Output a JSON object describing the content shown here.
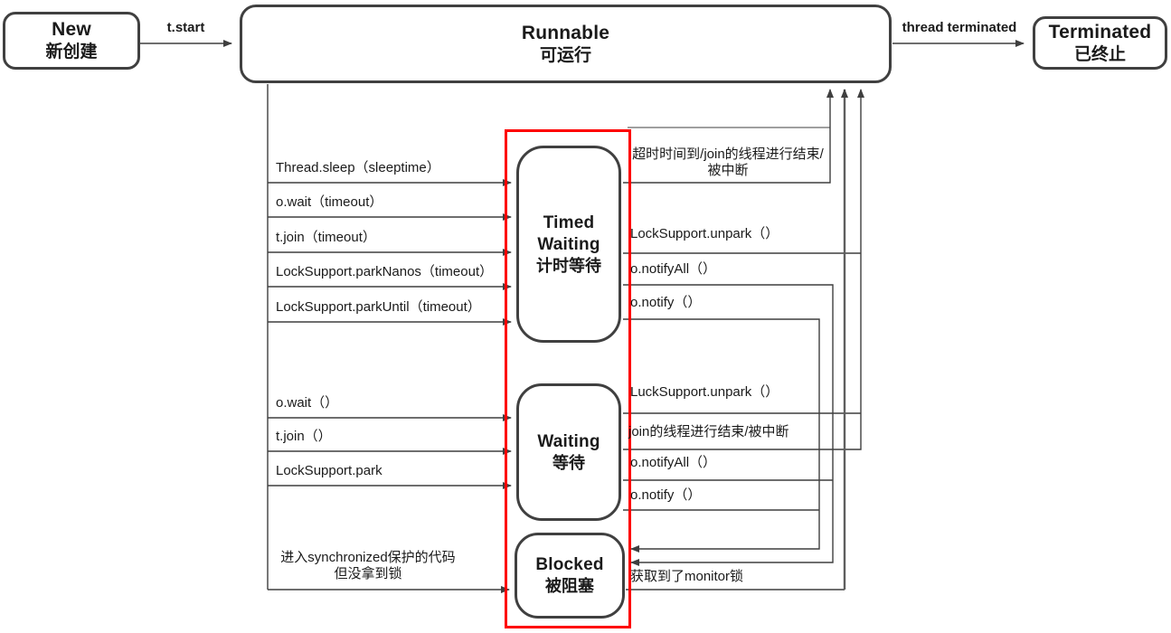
{
  "states": {
    "new": {
      "name": "New",
      "name_zh": "新创建"
    },
    "runnable": {
      "name": "Runnable",
      "name_zh": "可运行"
    },
    "timed_waiting": {
      "name_line1": "Timed",
      "name_line2": "Waiting",
      "name_zh": "计时等待"
    },
    "waiting": {
      "name": "Waiting",
      "name_zh": "等待"
    },
    "blocked": {
      "name": "Blocked",
      "name_zh": "被阻塞"
    },
    "terminated": {
      "name": "Terminated",
      "name_zh": "已终止"
    }
  },
  "edges": {
    "t_start": "t.start",
    "thread_terminated": "thread terminated",
    "to_timed_waiting": [
      "Thread.sleep（sleeptime）",
      "o.wait（timeout）",
      "t.join（timeout）",
      "LockSupport.parkNanos（timeout）",
      "LockSupport.parkUntil（timeout）"
    ],
    "to_waiting": [
      "o.wait（）",
      "t.join（）",
      "LockSupport.park"
    ],
    "to_blocked_line1": "进入synchronized保护的代码",
    "to_blocked_line2": "但没拿到锁",
    "from_timed_waiting": {
      "timeout_line1": "超时时间到/join的线程进行结束/",
      "timeout_line2": "被中断",
      "unpark": "LockSupport.unpark（）",
      "notify_all": "o.notifyAll（）",
      "notify": "o.notify（）"
    },
    "from_waiting": {
      "unpark": "LuckSupport.unpark（）",
      "join_end": "join的线程进行结束/被中断",
      "notify_all": "o.notifyAll（）",
      "notify": "o.notify（）"
    },
    "from_blocked": {
      "monitor": "获取到了monitor锁"
    }
  },
  "colors": {
    "line": "#3f3f3f",
    "box_border": "#404040",
    "highlight_red": "#fe0000",
    "text": "#1a1a1a",
    "background": "#ffffff"
  }
}
